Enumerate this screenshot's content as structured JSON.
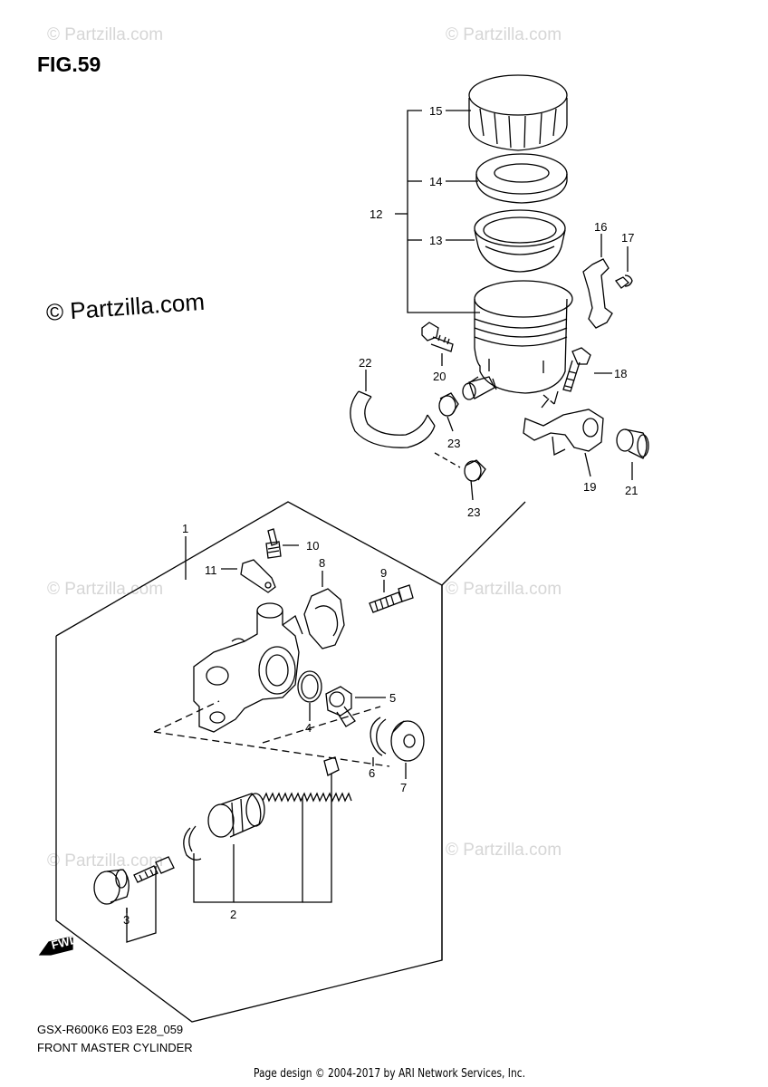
{
  "figure": {
    "title": "FIG.59"
  },
  "watermark": {
    "text": "© Partzilla.com"
  },
  "callouts": [
    {
      "id": "15",
      "label": "15"
    },
    {
      "id": "14",
      "label": "14"
    },
    {
      "id": "12",
      "label": "12"
    },
    {
      "id": "13",
      "label": "13"
    },
    {
      "id": "16",
      "label": "16"
    },
    {
      "id": "17",
      "label": "17"
    },
    {
      "id": "22",
      "label": "22"
    },
    {
      "id": "20",
      "label": "20"
    },
    {
      "id": "18",
      "label": "18"
    },
    {
      "id": "23a",
      "label": "23"
    },
    {
      "id": "19",
      "label": "19"
    },
    {
      "id": "21",
      "label": "21"
    },
    {
      "id": "23b",
      "label": "23"
    },
    {
      "id": "1",
      "label": "1"
    },
    {
      "id": "10",
      "label": "10"
    },
    {
      "id": "11",
      "label": "11"
    },
    {
      "id": "8",
      "label": "8"
    },
    {
      "id": "9",
      "label": "9"
    },
    {
      "id": "5",
      "label": "5"
    },
    {
      "id": "4",
      "label": "4"
    },
    {
      "id": "6",
      "label": "6"
    },
    {
      "id": "7",
      "label": "7"
    },
    {
      "id": "2",
      "label": "2"
    },
    {
      "id": "3",
      "label": "3"
    }
  ],
  "fwd_label": "FWD",
  "footer": {
    "model_code": "GSX-R600K6 E03 E28_059",
    "section_name": "FRONT MASTER CYLINDER",
    "credit": "Page design © 2004-2017 by ARI Network Services, Inc."
  },
  "colors": {
    "ink": "#000000",
    "watermark": "#d6d6d6",
    "background": "#ffffff"
  }
}
